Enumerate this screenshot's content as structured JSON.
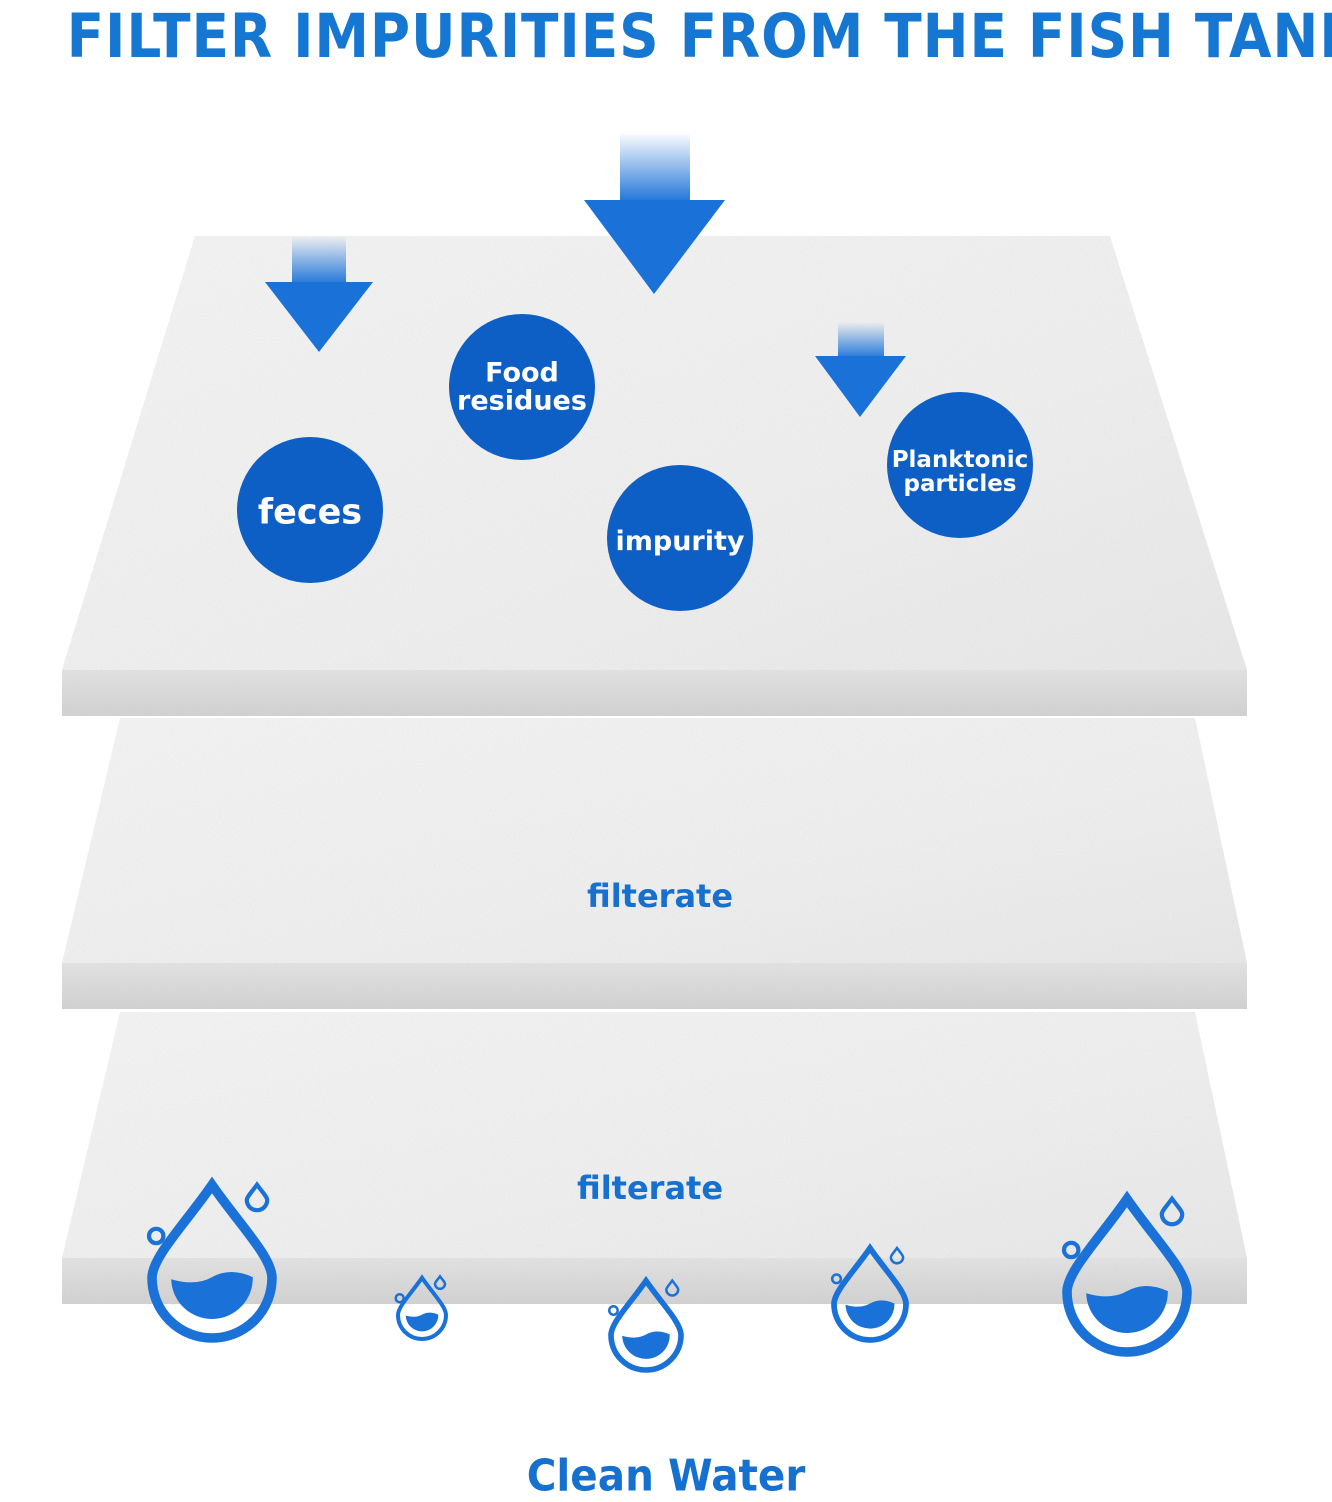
{
  "title": "FILTER IMPURITIES FROM THE FISH TANK",
  "impurities": [
    {
      "id": "food-residues",
      "line1": "Food",
      "line2": "residues"
    },
    {
      "id": "feces",
      "line1": "feces",
      "line2": ""
    },
    {
      "id": "impurity",
      "line1": "impurity",
      "line2": ""
    },
    {
      "id": "planktonic-particles",
      "line1": "Planktonic",
      "line2": "particles"
    }
  ],
  "layer_labels": [
    "filterate",
    "filterate"
  ],
  "footer": "Clean Water",
  "colors": {
    "accent": "#1677d2",
    "circle": "#0d5fc6",
    "drop": "#1a72d8",
    "pad_top": "#f2f2f2",
    "pad_edge": "#dcdcdc"
  },
  "icons": [
    "arrow-down-icon",
    "water-drop-icon"
  ]
}
